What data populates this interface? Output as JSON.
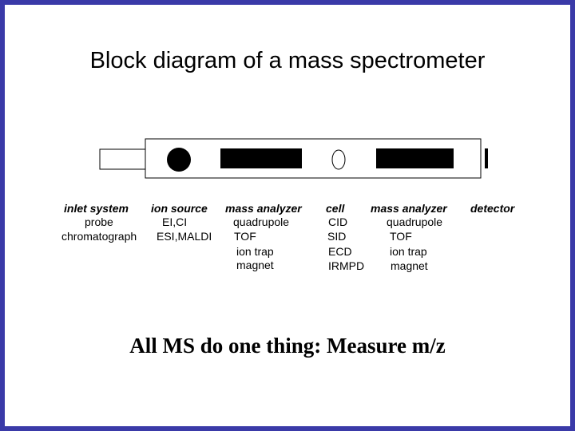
{
  "title": "Block diagram of  a mass spectrometer",
  "columns": [
    {
      "heading": "inlet system",
      "items": [
        "probe",
        "chromatograph"
      ]
    },
    {
      "heading": "ion source",
      "items": [
        "EI,CI",
        "ESI,MALDI"
      ]
    },
    {
      "heading": "mass analyzer",
      "items": [
        "quadrupole",
        "TOF",
        "ion trap",
        "magnet"
      ]
    },
    {
      "heading": "cell",
      "items": [
        "CID",
        "SID",
        "ECD",
        "IRMPD"
      ]
    },
    {
      "heading": "mass analyzer",
      "items": [
        "quadrupole",
        "TOF",
        "ion trap",
        "magnet"
      ]
    },
    {
      "heading": "detector",
      "items": []
    }
  ],
  "tagline": "All MS do one thing:  Measure m/z",
  "colors": {
    "border": "#3a3aa8",
    "ink": "#000000",
    "background": "#ffffff"
  }
}
